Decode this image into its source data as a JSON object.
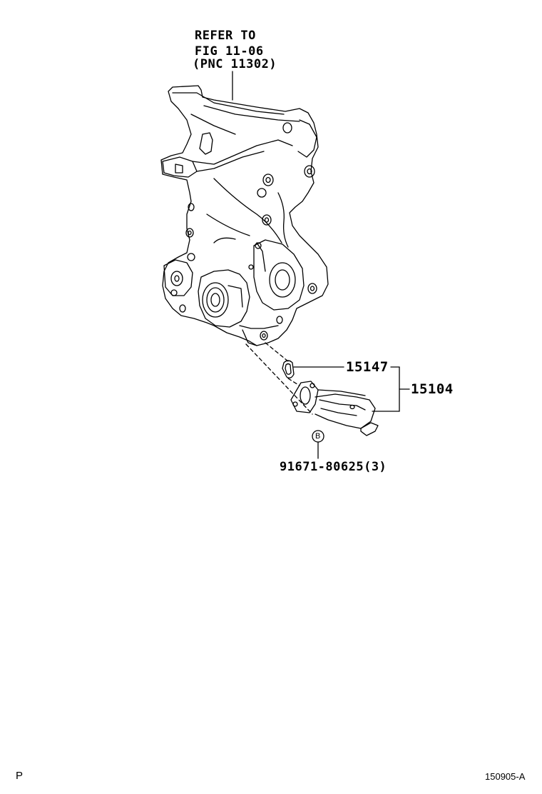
{
  "refer": {
    "line1": "REFER TO",
    "line2": "FIG 11-06",
    "line3": "(PNC 11302)"
  },
  "callouts": {
    "gasket": "15147",
    "strainer_assembly": "15104",
    "bolt": "91671-80625(3)",
    "bolt_marker": "B"
  },
  "footer": {
    "left_mark": "P",
    "figure_code": "150905-A"
  }
}
